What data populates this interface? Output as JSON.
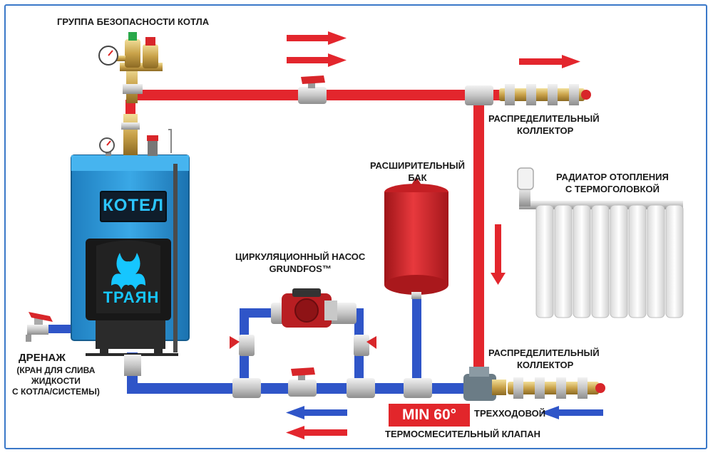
{
  "labels": {
    "safety_group": "ГРУППА БЕЗОПАСНОСТИ КОТЛА",
    "dist_collector_top_line1": "РАСПРЕДЕЛИТЕЛЬНЫЙ",
    "dist_collector_top_line2": "КОЛЛЕКТОР",
    "expansion_tank_line1": "РАСШИРИТЕЛЬНЫЙ",
    "expansion_tank_line2": "БАК",
    "radiator_line1": "РАДИАТОР ОТОПЛЕНИЯ",
    "radiator_line2": "С ТЕРМОГОЛОВКОЙ",
    "pump_line1": "ЦИРКУЛЯЦИОННЫЙ НАСОС",
    "pump_line2": "GRUNDFOS™",
    "drain_title": "ДРЕНАЖ",
    "drain_line1": "(КРАН ДЛЯ СЛИВА",
    "drain_line2": "ЖИДКОСТИ",
    "drain_line3": "С КОТЛА/СИСТЕМЫ)",
    "dist_collector_bottom_line1": "РАСПРЕДЕЛИТЕЛЬНЫЙ",
    "dist_collector_bottom_line2": "КОЛЛЕКТОР",
    "valve_line1": "ТРЕХХОДОВОЙ",
    "valve_line2": "ТЕРМОСМЕСИТЕЛЬНЫЙ КЛАПАН",
    "min_temp": "MIN 60°",
    "boiler_name": "КОТЕЛ",
    "boiler_brand": "ТРАЯН"
  },
  "colors": {
    "hot_pipe": "#e3262d",
    "cold_pipe": "#2f55c8",
    "boiler_body": "#2f9ad8",
    "tank": "#d8262a",
    "frame": "#3a78c8"
  },
  "icons": [
    "pressure-gauge-icon",
    "ball-valve-icon",
    "pump-icon",
    "radiator-icon",
    "flow-arrow-icon"
  ]
}
